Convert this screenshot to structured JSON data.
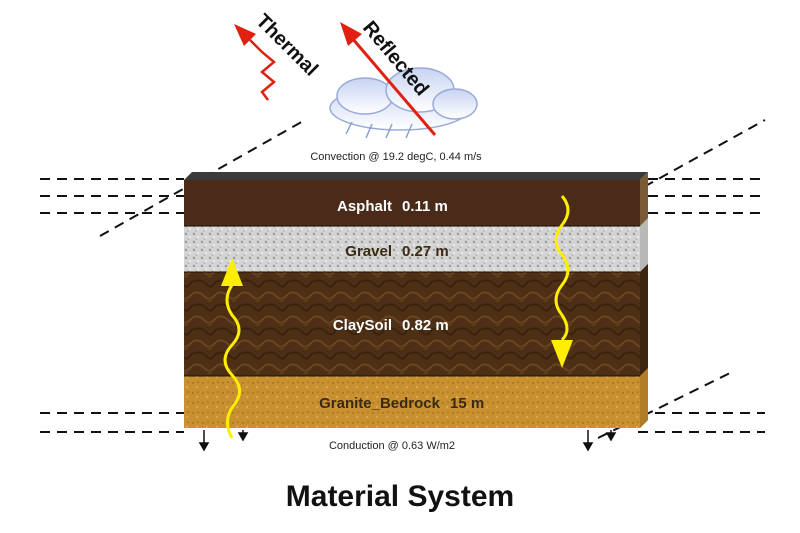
{
  "labels": {
    "thermal": "Thermal",
    "reflected": "Reflected",
    "convection": "Convection @ 19.2 degC, 0.44 m/s",
    "conduction": "Conduction @ 0.63 W/m2",
    "caption": "Material System"
  },
  "layers": [
    {
      "name": "Asphalt",
      "thickness": "0.11 m",
      "color": "#4a2a18"
    },
    {
      "name": "Gravel",
      "thickness": "0.27 m",
      "color": "#c8c8c8"
    },
    {
      "name": "ClaySoil",
      "thickness": "0.82 m",
      "color": "#4d2f15"
    },
    {
      "name": "Granite_Bedrock",
      "thickness": "15 m",
      "color": "#c8902e"
    }
  ],
  "colors": {
    "thermal_arrow": "#e02010",
    "reflected_arrow": "#e02010",
    "heat_path": "#ffee00",
    "surface": "#3a3a3a"
  }
}
